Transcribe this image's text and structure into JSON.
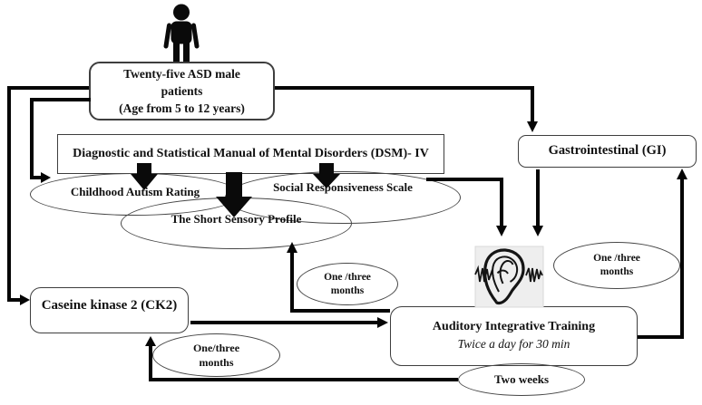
{
  "nodes": {
    "patients": {
      "line1": "Twenty-five ASD male",
      "line2": "patients",
      "line3": "(Age from 5 to 12 years)"
    },
    "dsm": {
      "label": "Diagnostic and Statistical Manual of Mental Disorders (DSM)- IV"
    },
    "car": {
      "label": "Childhood Autism Rating"
    },
    "srs": {
      "label": "Social Responsiveness Scale"
    },
    "ssp": {
      "label": "The Short Sensory Profile"
    },
    "gi": {
      "label": "Gastrointestinal (GI)"
    },
    "ck2": {
      "label": "Caseine kinase 2 (CK2)"
    },
    "ait": {
      "title": "Auditory Integrative Training",
      "subtitle": "Twice a day for 30 min"
    },
    "interval_right": {
      "line1": "One /three",
      "line2": "months"
    },
    "interval_mid": {
      "line1": "One /three",
      "line2": "months"
    },
    "interval_left": {
      "line1": "One/three",
      "line2": "months"
    },
    "two_weeks": {
      "label": "Two weeks"
    }
  },
  "icons": {
    "person": "male-patient-silhouette",
    "ear": "ear-with-sound-waves"
  },
  "colors": {
    "background": "#ffffff",
    "line": "#050505",
    "box_border": "#3e3e3e",
    "ellipse_border": "#474747",
    "icon": "#0a0a0a",
    "ear_background": "#eeeeee"
  }
}
